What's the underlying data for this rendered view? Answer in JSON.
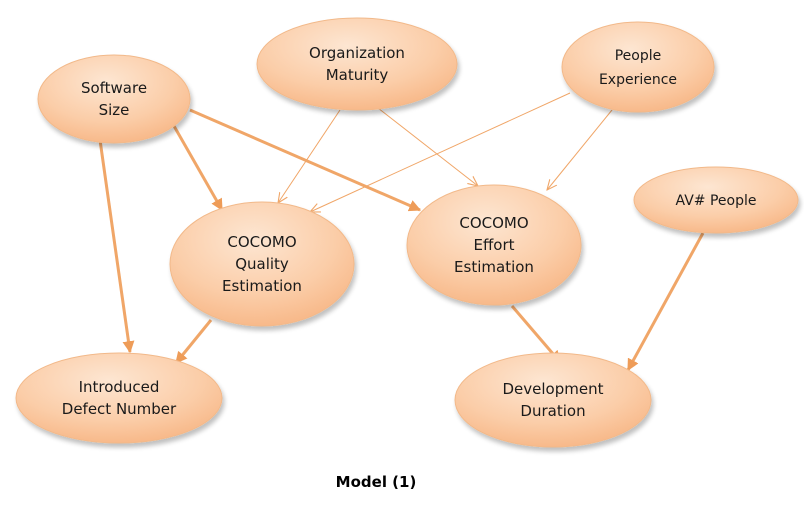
{
  "colors": {
    "node_fill_light": "#fde3cc",
    "node_fill_dark": "#f8b888",
    "node_stroke": "#f2b98a",
    "edge": "#f0a668"
  },
  "nodes": [
    {
      "id": "software-size",
      "lines": [
        "Software",
        "Size"
      ]
    },
    {
      "id": "organization-maturity",
      "lines": [
        "Organization",
        "Maturity"
      ]
    },
    {
      "id": "people-experience",
      "lines": [
        "People",
        "Experience"
      ]
    },
    {
      "id": "cocomo-quality-estimation",
      "lines": [
        "COCOMO",
        "Quality",
        "Estimation"
      ]
    },
    {
      "id": "cocomo-effort-estimation",
      "lines": [
        "COCOMO",
        "Effort",
        "Estimation"
      ]
    },
    {
      "id": "av-people",
      "lines": [
        "AV# People"
      ]
    },
    {
      "id": "introduced-defect-number",
      "lines": [
        "Introduced",
        "Defect Number"
      ]
    },
    {
      "id": "development-duration",
      "lines": [
        "Development",
        "Duration"
      ]
    }
  ],
  "edges": [
    {
      "from": "software-size",
      "to": "cocomo-quality-estimation",
      "weight": "thick"
    },
    {
      "from": "software-size",
      "to": "cocomo-effort-estimation",
      "weight": "thick"
    },
    {
      "from": "software-size",
      "to": "introduced-defect-number",
      "weight": "thick"
    },
    {
      "from": "organization-maturity",
      "to": "cocomo-quality-estimation",
      "weight": "thin"
    },
    {
      "from": "organization-maturity",
      "to": "cocomo-effort-estimation",
      "weight": "thin"
    },
    {
      "from": "people-experience",
      "to": "cocomo-quality-estimation",
      "weight": "thin"
    },
    {
      "from": "people-experience",
      "to": "cocomo-effort-estimation",
      "weight": "thin"
    },
    {
      "from": "cocomo-quality-estimation",
      "to": "introduced-defect-number",
      "weight": "thick"
    },
    {
      "from": "cocomo-effort-estimation",
      "to": "development-duration",
      "weight": "thick"
    },
    {
      "from": "av-people",
      "to": "development-duration",
      "weight": "thick"
    }
  ],
  "caption": "Model (1)"
}
